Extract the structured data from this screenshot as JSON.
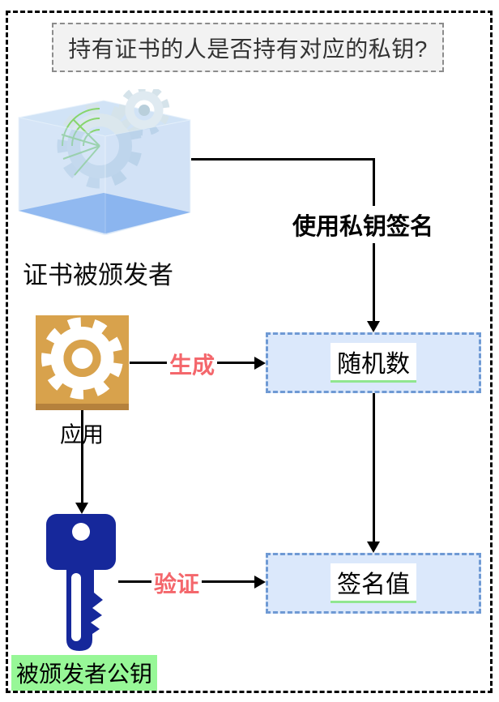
{
  "title": {
    "text": "持有证书的人是否持有对应的私钥?"
  },
  "actors": {
    "issuer_label": "证书被颁发者",
    "public_key_label": "被颁发者公钥"
  },
  "nodes": {
    "random_number": {
      "label": "随机数"
    },
    "signature_value": {
      "label": "签名值"
    }
  },
  "edges": {
    "sign": {
      "label": "使用私钥签名"
    },
    "generate": {
      "label": "生成"
    },
    "apply": {
      "label": "应用"
    },
    "verify": {
      "label": "验证"
    }
  },
  "icons": {
    "certificate_box": "certificate-box-icon",
    "gear": "gear-icon",
    "key": "key-icon"
  },
  "colors": {
    "node_fill": "#dbe8fb",
    "node_border": "#6f9ad4",
    "accent_red": "#f4676c",
    "highlight_green": "#97f797",
    "underline_green": "#90e690",
    "gear_gold": "#d8a24c",
    "gear_gold_dark": "#b5813c",
    "key_navy": "#16289b",
    "title_bg": "#f2f2f2",
    "title_border": "#8c8c8c",
    "frame_border": "#000000"
  }
}
